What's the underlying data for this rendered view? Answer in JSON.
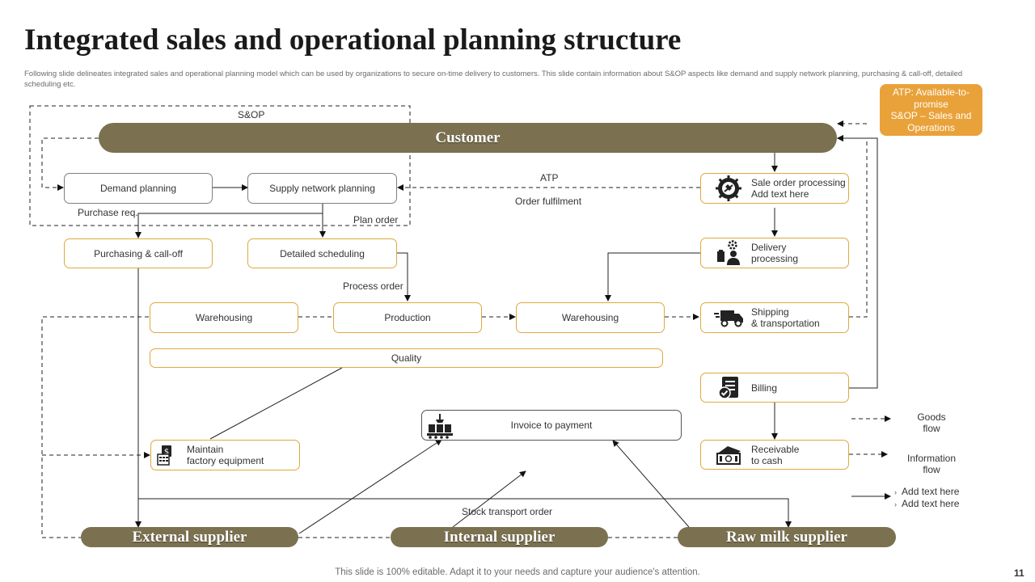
{
  "title": "Integrated sales and operational planning structure",
  "subtitle": "Following slide delineates integrated sales and operational planning model which can be used by organizations to secure on-time delivery to customers. This slide contain information about S&OP aspects like demand and supply network planning, purchasing & call-off, detailed scheduling etc.",
  "atp_note": {
    "line1": "ATP: Available-to-promise",
    "line2": "S&OP – Sales and Operations"
  },
  "pills": {
    "customer": "Customer",
    "external_supplier": "External supplier",
    "internal_supplier": "Internal supplier",
    "raw_milk_supplier": "Raw milk supplier"
  },
  "boxes": {
    "demand_planning": "Demand planning",
    "supply_network_planning": "Supply network planning",
    "purchasing_call_off": "Purchasing & call-off",
    "detailed_scheduling": "Detailed scheduling",
    "warehousing_left": "Warehousing",
    "production": "Production",
    "warehousing_mid": "Warehousing",
    "quality": "Quality",
    "maintain_line1": "Maintain",
    "maintain_line2": "factory equipment",
    "invoice_to_payment": "Invoice to payment",
    "sale_order_line1": "Sale order processing",
    "sale_order_line2": "Add text here",
    "delivery_line1": "Delivery",
    "delivery_line2": "processing",
    "shipping_line1": "Shipping",
    "shipping_line2": "& transportation",
    "billing": "Billing",
    "receivable_line1": "Receivable",
    "receivable_line2": "to cash"
  },
  "labels": {
    "sop": "S&OP",
    "purchase_req": "Purchase req.",
    "plan_order": "Plan order",
    "atp": "ATP",
    "order_fulfilment": "Order fulfilment",
    "process_order": "Process order",
    "stock_transport_order": "Stock transport order"
  },
  "legend": {
    "goods_flow_line1": "Goods",
    "goods_flow_line2": "flow",
    "information_flow_line1": "Information",
    "information_flow_line2": "flow",
    "add_text_1": "Add text here",
    "add_text_2": "Add text here"
  },
  "footer": "This slide is 100% editable. Adapt it to your needs and capture your audience's attention.",
  "page_number": "11",
  "colors": {
    "pill": "#7b7150",
    "box_border": "#e0a83f",
    "accent": "#e9a23a"
  },
  "icons": [
    "gear-icon",
    "worker-gear-icon",
    "truck-icon",
    "billing-check-icon",
    "cash-icon",
    "factory-calculator-icon",
    "conveyor-icon"
  ]
}
